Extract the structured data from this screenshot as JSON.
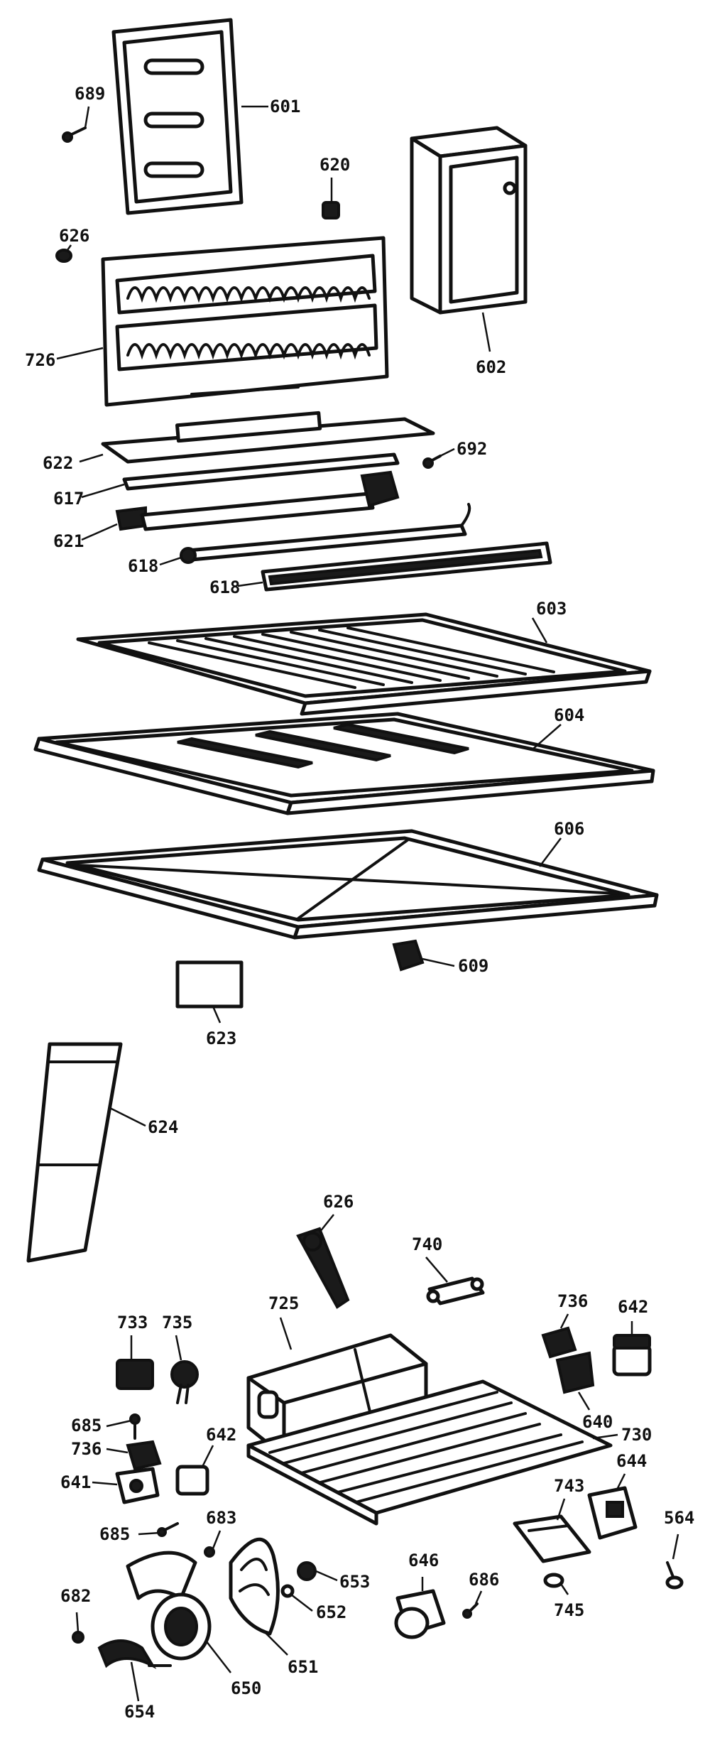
{
  "diagram": {
    "labels": {
      "p601": "601",
      "p602": "602",
      "p603": "603",
      "p604": "604",
      "p606": "606",
      "p609": "609",
      "p617": "617",
      "p618a": "618",
      "p618b": "618",
      "p620": "620",
      "p621": "621",
      "p622": "622",
      "p623": "623",
      "p624": "624",
      "p626a": "626",
      "p626b": "626",
      "p689": "689",
      "p692": "692",
      "p726": "726",
      "p725": "725",
      "p730": "730",
      "p733": "733",
      "p735": "735",
      "p736a": "736",
      "p736b": "736",
      "p740": "740",
      "p743": "743",
      "p745": "745",
      "p640": "640",
      "p641": "641",
      "p642a": "642",
      "p642b": "642",
      "p644": "644",
      "p646": "646",
      "p650": "650",
      "p651": "651",
      "p652": "652",
      "p653": "653",
      "p654": "654",
      "p682": "682",
      "p683": "683",
      "p685a": "685",
      "p685b": "685",
      "p686": "686",
      "p564": "564"
    }
  }
}
